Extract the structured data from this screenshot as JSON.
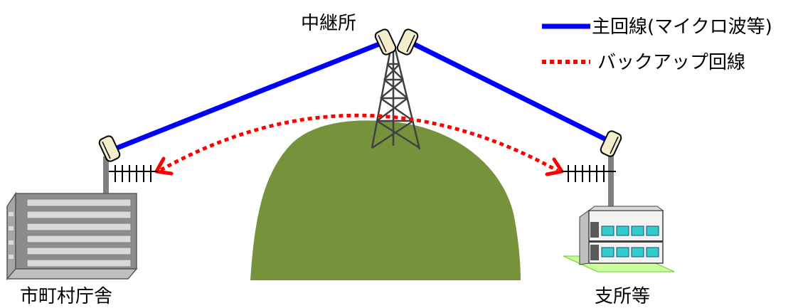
{
  "labels": {
    "relay": "中継所",
    "city_hall": "市町村庁舎",
    "branch": "支所等"
  },
  "legend": {
    "main_line": "主回線(マイクロ波等)",
    "backup_line": "バックアップ回線"
  },
  "colors": {
    "main_line": "#0000ff",
    "backup_line": "#ff0000",
    "mountain": "#76933c",
    "dish": "#f2eecb",
    "mast": "#808080",
    "building": "#8c8c8c",
    "window": "#33cccc",
    "lawn": "#ccff99"
  }
}
